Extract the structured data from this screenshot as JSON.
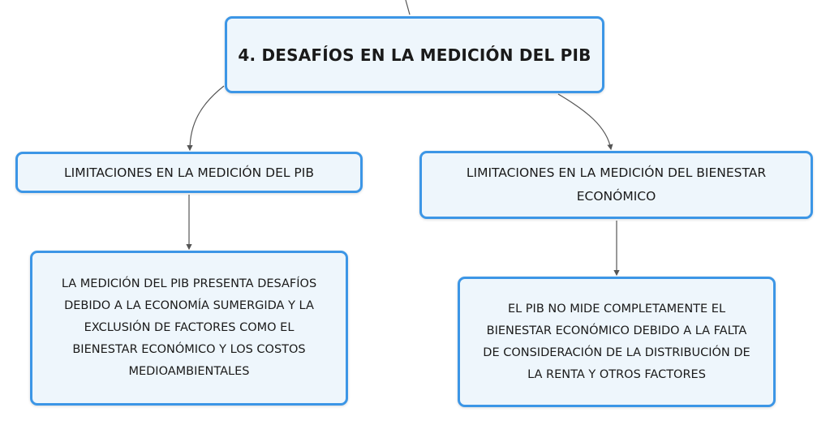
{
  "map": {
    "root": {
      "label": "4. DESAFÍOS EN LA MEDICIÓN DEL PIB"
    },
    "left": {
      "label": "LIMITACIONES EN LA MEDICIÓN DEL PIB",
      "detail": "LA MEDICIÓN DEL PIB PRESENTA DESAFÍOS\nDEBIDO A LA ECONOMÍA SUMERGIDA Y LA\nEXCLUSIÓN DE FACTORES COMO EL\nBIENESTAR ECONÓMICO Y LOS COSTOS\nMEDIOAMBIENTALES"
    },
    "right": {
      "label": "LIMITACIONES EN LA MEDICIÓN DEL BIENESTAR\nECONÓMICO",
      "detail": "EL PIB NO MIDE COMPLETAMENTE EL\nBIENESTAR ECONÓMICO DEBIDO A LA FALTA\nDE CONSIDERACIÓN DE LA DISTRIBUCIÓN DE\nLA RENTA Y OTROS FACTORES"
    }
  },
  "colors": {
    "node_border": "#3c96e6",
    "node_fill": "#eef6fc",
    "connector": "#555555"
  }
}
